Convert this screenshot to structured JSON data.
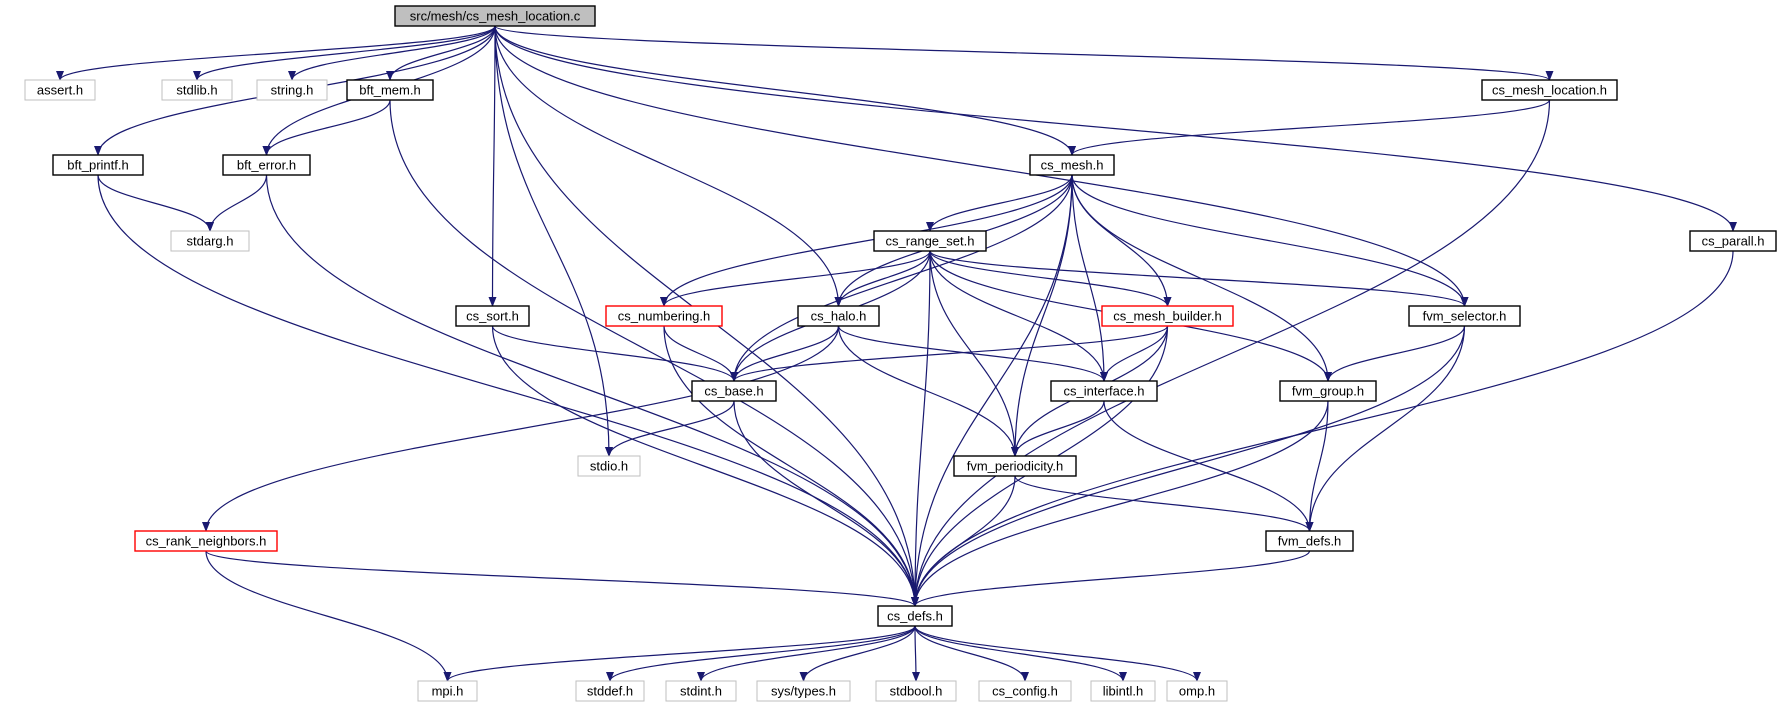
{
  "graph": {
    "colors": {
      "edge": "#191970",
      "node_border": "#000000",
      "missing_border": "#bfbfbf",
      "incomplete_border": "#ff0000",
      "root_fill": "#bfbfbf",
      "fill": "#ffffff"
    },
    "nodes": [
      {
        "id": "root",
        "label": "src/mesh/cs_mesh_location.c",
        "kind": "root"
      },
      {
        "id": "assert",
        "label": "assert.h",
        "kind": "missing"
      },
      {
        "id": "stdlib",
        "label": "stdlib.h",
        "kind": "missing"
      },
      {
        "id": "string",
        "label": "string.h",
        "kind": "missing"
      },
      {
        "id": "bft_mem",
        "label": "bft_mem.h",
        "kind": "normal"
      },
      {
        "id": "cs_mesh_location",
        "label": "cs_mesh_location.h",
        "kind": "normal"
      },
      {
        "id": "bft_printf",
        "label": "bft_printf.h",
        "kind": "normal"
      },
      {
        "id": "bft_error",
        "label": "bft_error.h",
        "kind": "normal"
      },
      {
        "id": "cs_mesh",
        "label": "cs_mesh.h",
        "kind": "normal"
      },
      {
        "id": "stdarg",
        "label": "stdarg.h",
        "kind": "missing"
      },
      {
        "id": "cs_range_set",
        "label": "cs_range_set.h",
        "kind": "normal"
      },
      {
        "id": "cs_parall",
        "label": "cs_parall.h",
        "kind": "normal"
      },
      {
        "id": "cs_sort",
        "label": "cs_sort.h",
        "kind": "normal"
      },
      {
        "id": "cs_numbering",
        "label": "cs_numbering.h",
        "kind": "incomplete"
      },
      {
        "id": "cs_halo",
        "label": "cs_halo.h",
        "kind": "normal"
      },
      {
        "id": "cs_mesh_builder",
        "label": "cs_mesh_builder.h",
        "kind": "incomplete"
      },
      {
        "id": "fvm_selector",
        "label": "fvm_selector.h",
        "kind": "normal"
      },
      {
        "id": "cs_base",
        "label": "cs_base.h",
        "kind": "normal"
      },
      {
        "id": "cs_interface",
        "label": "cs_interface.h",
        "kind": "normal"
      },
      {
        "id": "fvm_group",
        "label": "fvm_group.h",
        "kind": "normal"
      },
      {
        "id": "stdio",
        "label": "stdio.h",
        "kind": "missing"
      },
      {
        "id": "fvm_periodicity",
        "label": "fvm_periodicity.h",
        "kind": "normal"
      },
      {
        "id": "cs_rank_neighbors",
        "label": "cs_rank_neighbors.h",
        "kind": "incomplete"
      },
      {
        "id": "fvm_defs",
        "label": "fvm_defs.h",
        "kind": "normal"
      },
      {
        "id": "cs_defs",
        "label": "cs_defs.h",
        "kind": "normal"
      },
      {
        "id": "mpi",
        "label": "mpi.h",
        "kind": "missing"
      },
      {
        "id": "stddef",
        "label": "stddef.h",
        "kind": "missing"
      },
      {
        "id": "stdint",
        "label": "stdint.h",
        "kind": "missing"
      },
      {
        "id": "systypes",
        "label": "sys/types.h",
        "kind": "missing"
      },
      {
        "id": "stdbool",
        "label": "stdbool.h",
        "kind": "missing"
      },
      {
        "id": "cs_config",
        "label": "cs_config.h",
        "kind": "missing"
      },
      {
        "id": "libintl",
        "label": "libintl.h",
        "kind": "missing"
      },
      {
        "id": "omp",
        "label": "omp.h",
        "kind": "missing"
      }
    ],
    "edges": [
      [
        "root",
        "assert"
      ],
      [
        "root",
        "stdlib"
      ],
      [
        "root",
        "string"
      ],
      [
        "root",
        "bft_mem"
      ],
      [
        "root",
        "bft_printf"
      ],
      [
        "root",
        "bft_error"
      ],
      [
        "root",
        "cs_mesh_location"
      ],
      [
        "root",
        "cs_mesh"
      ],
      [
        "root",
        "cs_parall"
      ],
      [
        "root",
        "cs_sort"
      ],
      [
        "root",
        "cs_halo"
      ],
      [
        "root",
        "fvm_selector"
      ],
      [
        "root",
        "stdio"
      ],
      [
        "root",
        "cs_defs"
      ],
      [
        "bft_mem",
        "bft_error"
      ],
      [
        "bft_mem",
        "cs_defs"
      ],
      [
        "bft_printf",
        "stdarg"
      ],
      [
        "bft_printf",
        "cs_defs"
      ],
      [
        "bft_error",
        "stdarg"
      ],
      [
        "bft_error",
        "cs_defs"
      ],
      [
        "cs_mesh_location",
        "cs_mesh"
      ],
      [
        "cs_mesh_location",
        "cs_defs"
      ],
      [
        "cs_parall",
        "cs_defs"
      ],
      [
        "cs_mesh",
        "cs_range_set"
      ],
      [
        "cs_mesh",
        "cs_numbering"
      ],
      [
        "cs_mesh",
        "cs_halo"
      ],
      [
        "cs_mesh",
        "cs_base"
      ],
      [
        "cs_mesh",
        "cs_mesh_builder"
      ],
      [
        "cs_mesh",
        "fvm_selector"
      ],
      [
        "cs_mesh",
        "cs_interface"
      ],
      [
        "cs_mesh",
        "fvm_group"
      ],
      [
        "cs_mesh",
        "fvm_periodicity"
      ],
      [
        "cs_mesh",
        "cs_defs"
      ],
      [
        "cs_range_set",
        "cs_numbering"
      ],
      [
        "cs_range_set",
        "cs_halo"
      ],
      [
        "cs_range_set",
        "cs_base"
      ],
      [
        "cs_range_set",
        "cs_mesh_builder"
      ],
      [
        "cs_range_set",
        "fvm_selector"
      ],
      [
        "cs_range_set",
        "cs_interface"
      ],
      [
        "cs_range_set",
        "fvm_group"
      ],
      [
        "cs_range_set",
        "fvm_periodicity"
      ],
      [
        "cs_range_set",
        "cs_defs"
      ],
      [
        "cs_sort",
        "cs_base"
      ],
      [
        "cs_sort",
        "cs_defs"
      ],
      [
        "cs_numbering",
        "cs_base"
      ],
      [
        "cs_numbering",
        "cs_defs"
      ],
      [
        "cs_halo",
        "cs_base"
      ],
      [
        "cs_halo",
        "cs_interface"
      ],
      [
        "cs_halo",
        "fvm_periodicity"
      ],
      [
        "cs_halo",
        "cs_rank_neighbors"
      ],
      [
        "cs_mesh_builder",
        "cs_base"
      ],
      [
        "cs_mesh_builder",
        "cs_interface"
      ],
      [
        "cs_mesh_builder",
        "fvm_periodicity"
      ],
      [
        "cs_mesh_builder",
        "cs_defs"
      ],
      [
        "fvm_selector",
        "fvm_group"
      ],
      [
        "fvm_selector",
        "fvm_defs"
      ],
      [
        "fvm_selector",
        "cs_defs"
      ],
      [
        "cs_base",
        "stdio"
      ],
      [
        "cs_base",
        "cs_defs"
      ],
      [
        "cs_interface",
        "fvm_periodicity"
      ],
      [
        "cs_interface",
        "fvm_defs"
      ],
      [
        "fvm_group",
        "fvm_defs"
      ],
      [
        "fvm_group",
        "cs_defs"
      ],
      [
        "fvm_periodicity",
        "fvm_defs"
      ],
      [
        "fvm_periodicity",
        "cs_defs"
      ],
      [
        "cs_rank_neighbors",
        "mpi"
      ],
      [
        "cs_rank_neighbors",
        "cs_defs"
      ],
      [
        "fvm_defs",
        "cs_defs"
      ],
      [
        "cs_defs",
        "mpi"
      ],
      [
        "cs_defs",
        "stddef"
      ],
      [
        "cs_defs",
        "stdint"
      ],
      [
        "cs_defs",
        "systypes"
      ],
      [
        "cs_defs",
        "stdbool"
      ],
      [
        "cs_defs",
        "cs_config"
      ],
      [
        "cs_defs",
        "libintl"
      ],
      [
        "cs_defs",
        "omp"
      ]
    ]
  }
}
